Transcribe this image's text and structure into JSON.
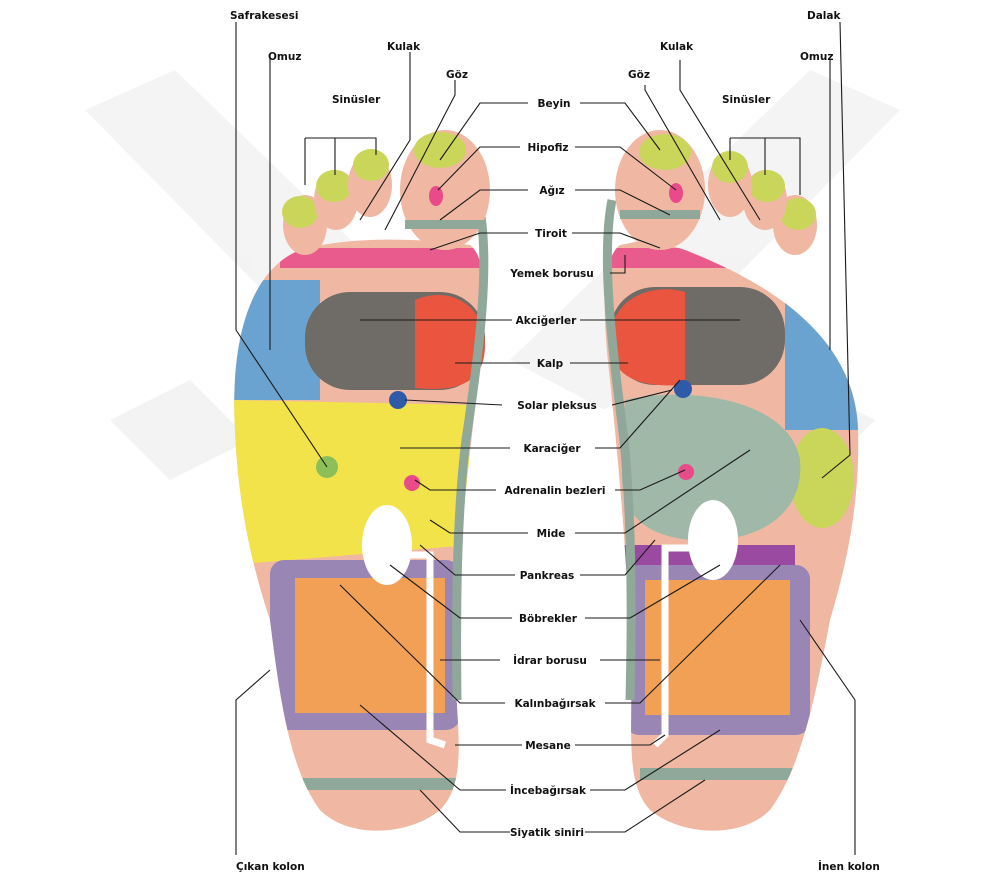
{
  "labels": {
    "center": {
      "beyin": "Beyin",
      "hipofiz": "Hipofiz",
      "agiz": "Ağız",
      "tiroit": "Tiroit",
      "yemek_borusu": "Yemek borusu",
      "akcigerler": "Akciğerler",
      "kalp": "Kalp",
      "solar_pleksus": "Solar pleksus",
      "karaciger": "Karaciğer",
      "adrenalin_bezleri": "Adrenalin bezleri",
      "mide": "Mide",
      "pankreas": "Pankreas",
      "bobrekler": "Böbrekler",
      "idrar_borusu": "İdrar borusu",
      "kalinbagirsak": "Kalınbağırsak",
      "mesane": "Mesane",
      "incebagirsak": "İncebağırsak",
      "siyatik_siniri": "Siyatik siniri"
    },
    "left": {
      "safrakesesi": "Safrakesesi",
      "omuz": "Omuz",
      "kulak": "Kulak",
      "goz": "Göz",
      "sinusler": "Sinüsler",
      "cikan_kolon": "Çıkan kolon"
    },
    "right": {
      "dalak": "Dalak",
      "omuz": "Omuz",
      "kulak": "Kulak",
      "goz": "Göz",
      "sinusler": "Sinüsler",
      "inen_kolon": "İnen kolon"
    }
  },
  "colors": {
    "skin": "#f0b8a2",
    "toe_tip": "#c9d65a",
    "lung": "#6f6b66",
    "heart": "#e9553f",
    "liver": "#f2e34a",
    "stomach": "#9fb8a8",
    "shoulder": "#6aa3d0",
    "colon": "#9a86b5",
    "intestine": "#f3a057",
    "throat": "#e94a8a",
    "solar": "#2f5aa8",
    "kidney": "#ffffff",
    "spine": "#8fa89a",
    "watermark": "#ececec"
  }
}
